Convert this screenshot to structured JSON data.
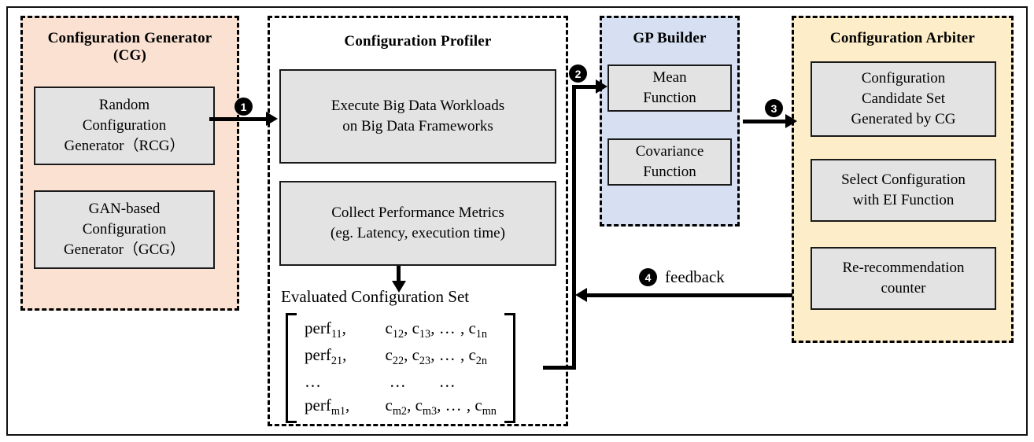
{
  "figure": {
    "panels": [
      {
        "id": "configuration-generator",
        "title_line1": "Configuration Generator",
        "title_line2": "(CG)",
        "color": "#fae1d2",
        "boxes": [
          {
            "id": "rcg",
            "line1": "Random",
            "line2": "Configuration",
            "line3": "Generator（RCG）"
          },
          {
            "id": "gcg",
            "line1": "GAN-based",
            "line2": "Configuration",
            "line3": "Generator（GCG）"
          }
        ]
      },
      {
        "id": "configuration-profiler",
        "title_line1": "Configuration Profiler",
        "color": "#ffffff",
        "boxes": [
          {
            "id": "execute-workloads",
            "line1": "Execute Big Data Workloads",
            "line2": "on Big Data Frameworks"
          },
          {
            "id": "collect-metrics",
            "line1": "Collect Performance Metrics",
            "line2": "(eg. Latency, execution time)"
          }
        ],
        "evaluated_set_title": "Evaluated Configuration Set",
        "matrix_rows": [
          {
            "perf": "perf",
            "perf_sub": "11",
            "cells": [
              "c",
              "c",
              "…",
              "c"
            ],
            "subs": [
              "12",
              "13",
              "",
              "1n"
            ]
          },
          {
            "perf": "perf",
            "perf_sub": "21",
            "cells": [
              "c",
              "c",
              "…",
              "c"
            ],
            "subs": [
              "22",
              "23",
              "",
              "2n"
            ]
          },
          {
            "perf": "…",
            "perf_sub": "",
            "cells": [
              "…",
              "…",
              "",
              ""
            ],
            "subs": [
              "",
              "",
              "",
              ""
            ]
          },
          {
            "perf": "perf",
            "perf_sub": "m1",
            "cells": [
              "c",
              "c",
              "…",
              "c"
            ],
            "subs": [
              "m2",
              "m3",
              "",
              "mn"
            ]
          }
        ]
      },
      {
        "id": "gp-builder",
        "title_line1": "GP Builder",
        "color": "#d7e0f2",
        "boxes": [
          {
            "id": "mean-function",
            "line1": "Mean",
            "line2": "Function"
          },
          {
            "id": "covariance-function",
            "line1": "Covariance",
            "line2": "Function"
          }
        ]
      },
      {
        "id": "configuration-arbiter",
        "title_line1": "Configuration Arbiter",
        "color": "#fdeec9",
        "boxes": [
          {
            "id": "candidate-set",
            "line1": "Configuration",
            "line2": "Candidate Set",
            "line3": "Generated by CG"
          },
          {
            "id": "select-configuration",
            "line1": "Select Configuration",
            "line2": "with EI Function"
          },
          {
            "id": "re-recommendation",
            "line1": "Re-recommendation",
            "line2": "counter"
          }
        ]
      }
    ],
    "edges": [
      {
        "id": "edge-1",
        "number": "❶",
        "label": ""
      },
      {
        "id": "edge-2",
        "number": "❷",
        "label": ""
      },
      {
        "id": "edge-3",
        "number": "❸",
        "label": ""
      },
      {
        "id": "edge-4",
        "number": "❹",
        "label": "feedback"
      }
    ]
  }
}
